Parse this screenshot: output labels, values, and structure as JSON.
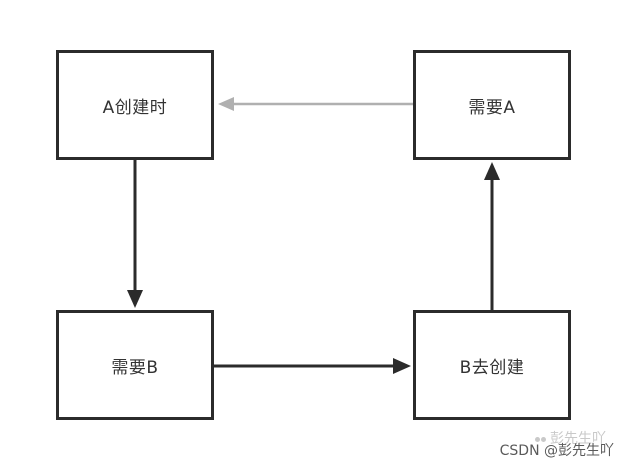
{
  "diagram": {
    "nodes": {
      "a_create": "A创建时",
      "need_a": "需要A",
      "need_b": "需要B",
      "b_create": "B去创建"
    },
    "colors": {
      "node_border": "#2b2b2b",
      "edge_dark": "#2b2b2b",
      "edge_light": "#b0b0b0",
      "text": "#333333"
    }
  },
  "watermark": {
    "text": "CSDN @彭先生吖",
    "ghost": "彭先生吖"
  }
}
